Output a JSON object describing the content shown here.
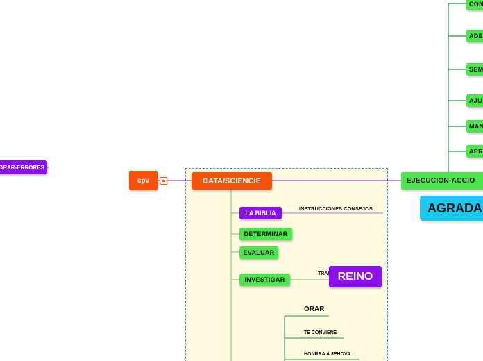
{
  "root": {
    "label": "cpv"
  },
  "far_left": {
    "label": "ORAR-ERRORES"
  },
  "central": {
    "label": "DATA/SCIENCIE"
  },
  "right_main": {
    "label": "EJECUCION-ACCIO"
  },
  "agrada": {
    "label": "AGRADA"
  },
  "right_children": [
    "CON",
    "ADE",
    "SEM",
    "AJU",
    "MAN",
    "APR"
  ],
  "data_children": {
    "biblia": "LA BIBLIA",
    "biblia_note": "INSTRUCCIONES CONSEJOS",
    "determinar": "DETERMINAR",
    "evaluar": "EVALUAR",
    "investigar": "INVESTIGAR",
    "investigar_note": "TRABA",
    "reino": "REINO",
    "orar": "ORAR",
    "te_conviene": "TE CONVIENE",
    "honrra": "HONRRA A JEHOVA"
  },
  "colors": {
    "green": "#4ee44e",
    "orange": "#f5520a",
    "purple": "#8a0fe8",
    "cyan": "#1ac8f0",
    "boundary": "#3b8fe0"
  }
}
